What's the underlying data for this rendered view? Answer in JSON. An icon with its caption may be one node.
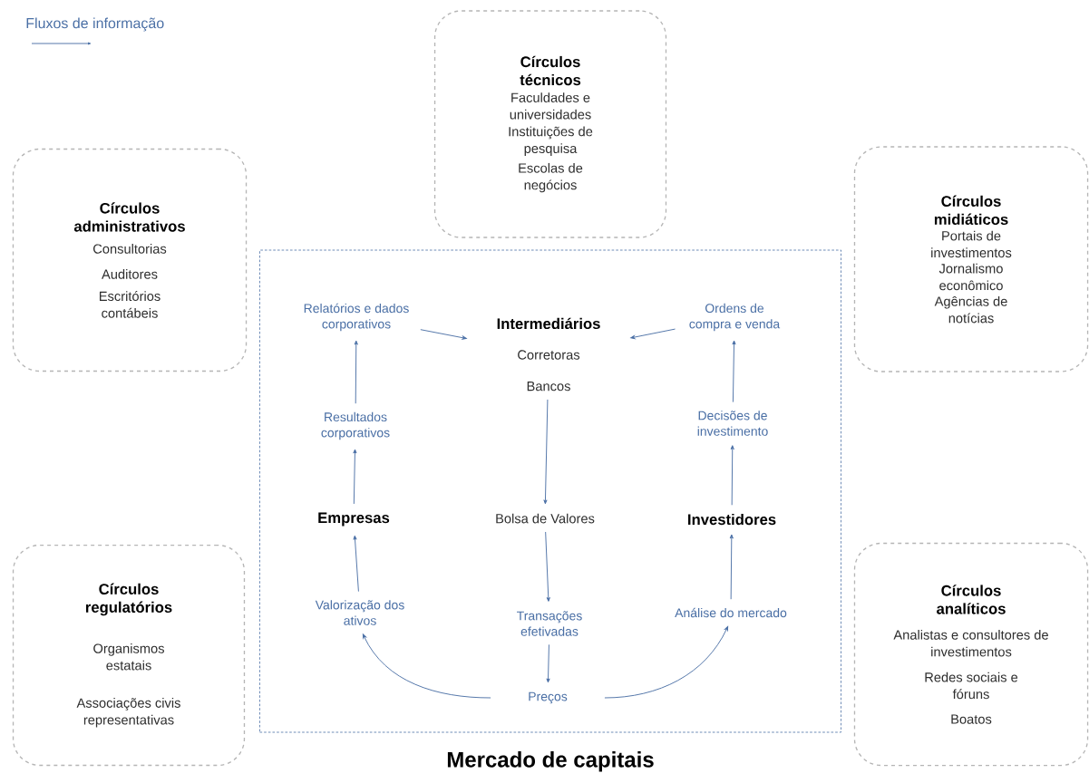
{
  "diagram": {
    "caption": "Mercado de capitais",
    "nodes": [
      {
        "text": [
          "Círculos técnicos",
          "Faculdades e universidades",
          "Instituições de pesquisa",
          "Escolas de negócios"
        ]
      },
      {
        "text": [
          "Círculos administrativos",
          "Consultorias",
          "Auditores",
          "Escritórios contábeis"
        ]
      },
      {
        "text": [
          "Círculos midiáticos",
          "Portais de investimentos",
          "Jornalismo econômico",
          "Agências de notícias"
        ]
      },
      {
        "text": [],
        "shape": "box"
      },
      {
        "text": [
          "Relatórios e dados corporativos"
        ],
        "in": 3
      },
      {
        "text": [
          "Intermediários",
          "Corretoras",
          "Bancos"
        ],
        "in": 3
      },
      {
        "text": [
          "Ordens de compra e venda"
        ],
        "in": 3
      },
      {
        "text": [
          "Resultados corporativos"
        ],
        "in": 3
      },
      {
        "text": [
          "Decisões de investimento"
        ],
        "in": 3
      },
      {
        "text": [
          "Empresas"
        ],
        "in": 3
      },
      {
        "text": [
          "Bolsa de Valores"
        ],
        "in": 3
      },
      {
        "text": [
          "Investidores"
        ],
        "in": 3
      },
      {
        "text": [
          "Valorização dos ativos"
        ],
        "in": 3
      },
      {
        "text": [
          "Transações efetivadas"
        ],
        "in": 3
      },
      {
        "text": [
          "Análise do mercado"
        ],
        "in": 3
      },
      {
        "text": [
          "Preços"
        ],
        "in": 3
      },
      {
        "text": [
          "Círculos regulatórios",
          "Organismos estatais",
          "Associações civis representativas"
        ]
      },
      {
        "text": [
          "Círculos analíticos",
          "Analistas e consultores de investimentos",
          "Redes sociais e fóruns",
          "Boatos"
        ]
      }
    ],
    "edges": [
      {
        "from": 4,
        "to": 5,
        "arrow": "to"
      },
      {
        "from": 6,
        "to": 5,
        "arrow": "to"
      },
      {
        "from": 7,
        "to": 4,
        "arrow": "to"
      },
      {
        "from": 8,
        "to": 6,
        "arrow": "to"
      },
      {
        "from": 9,
        "to": 7,
        "arrow": "to"
      },
      {
        "from": 11,
        "to": 8,
        "arrow": "to"
      },
      {
        "from": 5,
        "to": 10,
        "arrow": "to"
      },
      {
        "from": 10,
        "to": 13,
        "arrow": "to"
      },
      {
        "from": 13,
        "to": 15,
        "arrow": "to"
      },
      {
        "from": 15,
        "to": 12,
        "arrow": "to"
      },
      {
        "from": 15,
        "to": 14,
        "arrow": "to"
      },
      {
        "from": 12,
        "to": 9,
        "arrow": "to"
      },
      {
        "from": 14,
        "to": 11,
        "arrow": "to"
      }
    ],
    "legend": [
      {
        "text": "Fluxos de informação"
      }
    ]
  }
}
